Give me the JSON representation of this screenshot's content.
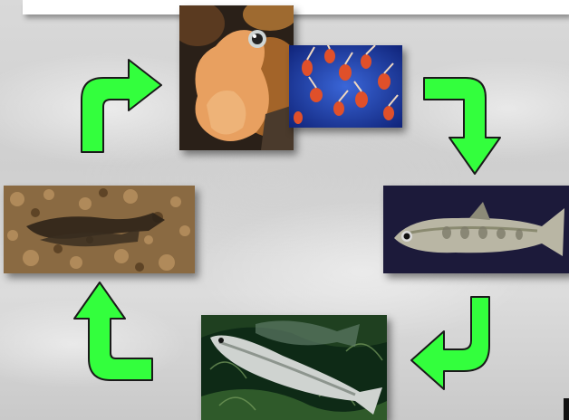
{
  "diagram": {
    "type": "life-cycle",
    "stages": [
      {
        "id": "egg",
        "icon": "eyed-egg-photo"
      },
      {
        "id": "alevin",
        "icon": "alevins-photo"
      },
      {
        "id": "juvenile",
        "icon": "juvenile-fish-photo"
      },
      {
        "id": "adult",
        "icon": "adult-fish-photo"
      },
      {
        "id": "spawning",
        "icon": "spawning-fish-photo"
      }
    ],
    "arrows": [
      {
        "from": "egg",
        "to": "juvenile"
      },
      {
        "from": "juvenile",
        "to": "adult"
      },
      {
        "from": "adult",
        "to": "spawning"
      },
      {
        "from": "spawning",
        "to": "egg"
      }
    ],
    "colors": {
      "arrow_fill": "#33ff3d",
      "arrow_stroke": "#1a1a1a",
      "background": "#d4d4d4"
    }
  }
}
